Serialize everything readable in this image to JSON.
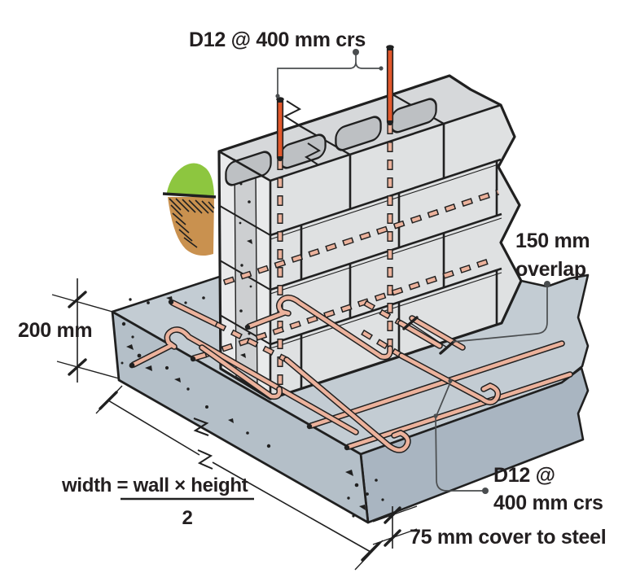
{
  "figure": {
    "labels": {
      "top_bar_spacing": "D12 @ 400 mm crs",
      "overlap": {
        "line1": "150 mm",
        "line2": "overlap"
      },
      "footing_depth": "200 mm",
      "width_formula": {
        "expression": "width = wall × height",
        "denominator": "2"
      },
      "bottom_bar_spacing": {
        "line1": "D12 @",
        "line2": "400 mm crs"
      },
      "cover_note": "75 mm cover to steel"
    },
    "colors": {
      "rebar_exposed": "#e2572b",
      "rebar": "#ecb29c",
      "grass": "#8dc63f",
      "soil": "#c9914f",
      "wall_face": "#dfe1e2",
      "wall_top": "#d6d8da",
      "wall_hole": "#bdc0c3",
      "wall_end": "#e9eaeb",
      "grout": "#cdcfd1",
      "footing_top": "#c3ccd3",
      "footing_left": "#b4bfc8",
      "footing_right": "#a9b5c1",
      "line": "#202020",
      "leader": "#4a4d4f",
      "text": "#231f20"
    }
  }
}
